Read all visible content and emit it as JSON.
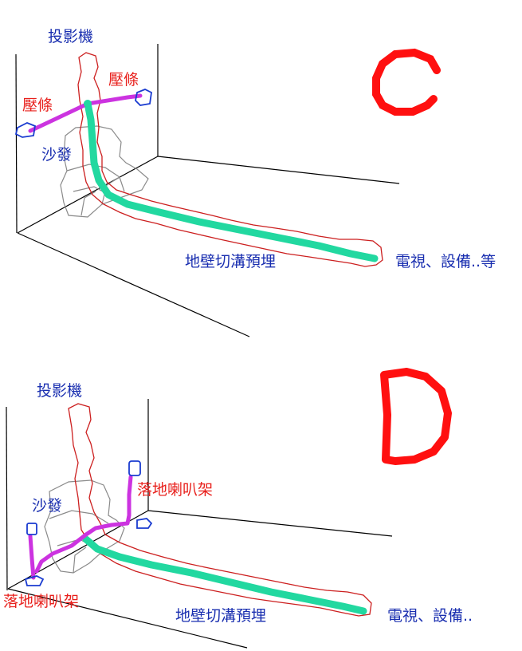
{
  "colors": {
    "wall_lines": "#000000",
    "label_blue": "#1a2fb0",
    "label_red": "#e8201c",
    "trench_outline": "#cc1f1f",
    "cable_green": "#22d8a0",
    "cable_purple": "#cc33e0",
    "sofa_gray": "#8a8a8a",
    "speaker_blue": "#1a3bd0",
    "big_letter_red": "#ff1010"
  },
  "panels": [
    {
      "letter": "C",
      "labels": {
        "projector": "投影機",
        "ceiling_left": "壓條",
        "ceiling_right": "壓條",
        "sofa": "沙發",
        "trench": "地壁切溝預埋",
        "equipment": "電視、設備..等"
      }
    },
    {
      "letter": "D",
      "labels": {
        "projector": "投影機",
        "stand_right": "落地喇叭架",
        "sofa": "沙發",
        "stand_left": "落地喇叭架",
        "trench": "地壁切溝預埋",
        "equipment": "電視、設備.."
      }
    }
  ]
}
